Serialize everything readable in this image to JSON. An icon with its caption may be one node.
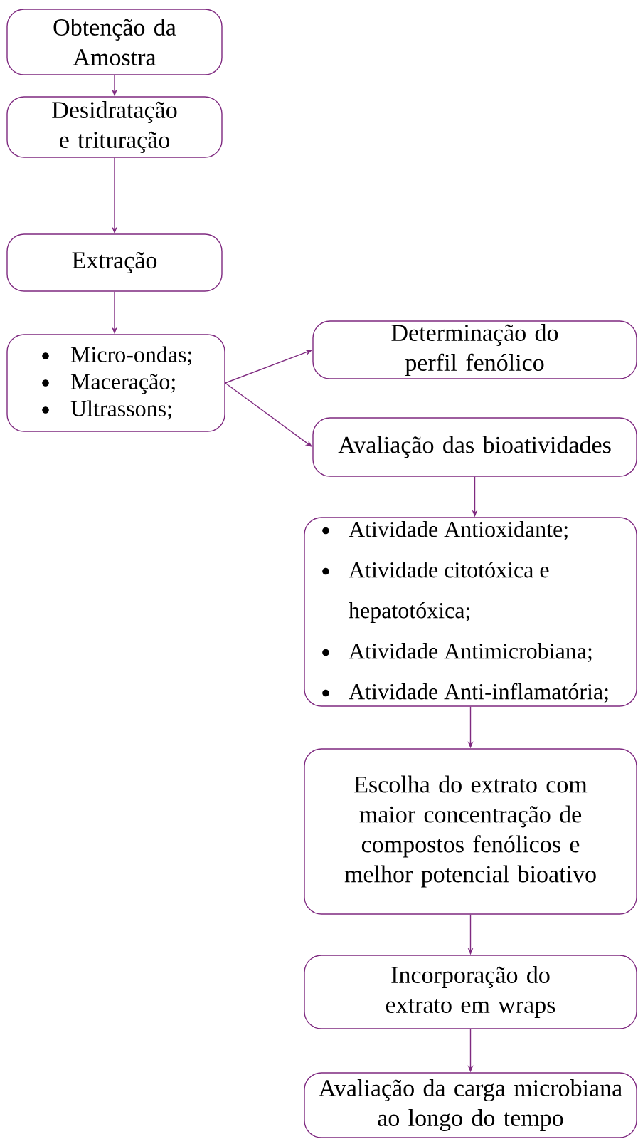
{
  "diagram": {
    "nodes": [
      {
        "text": [
          "Obtenção da Amostra"
        ]
      },
      {
        "text": [
          "Desidratação e trituração"
        ]
      },
      {
        "text": [
          "Extração"
        ]
      },
      {
        "text": [
          "Micro-ondas;",
          "Maceração;",
          "Ultrassons;"
        ]
      },
      {
        "text": [
          "Determinação do perfil fenólico"
        ]
      },
      {
        "text": [
          "Avaliação das bioatividades"
        ]
      },
      {
        "text": [
          "Atividade Antioxidante;",
          "Atividade citotóxica e hepatotóxica;",
          "Atividade Antimicrobiana;",
          "Atividade Anti-inflamatória;"
        ]
      },
      {
        "text": [
          "Escolha do extrato com maior concentração de compostos fenólicos e melhor potencial bioativo"
        ]
      },
      {
        "text": [
          "Incorporação do extrato em wraps"
        ]
      },
      {
        "text": [
          "Avaliação da carga microbiana ao longo do tempo"
        ]
      }
    ],
    "edges": [
      {
        "from": 0,
        "to": 1,
        "arrow": "to"
      },
      {
        "from": 1,
        "to": 2,
        "arrow": "to"
      },
      {
        "from": 2,
        "to": 3,
        "arrow": "to"
      },
      {
        "from": 3,
        "to": 4,
        "arrow": "to"
      },
      {
        "from": 3,
        "to": 5,
        "arrow": "to"
      },
      {
        "from": 5,
        "to": 6,
        "arrow": "to"
      },
      {
        "from": 6,
        "to": 7,
        "arrow": "to"
      },
      {
        "from": 7,
        "to": 8,
        "arrow": "to"
      },
      {
        "from": 8,
        "to": 9,
        "arrow": "to"
      }
    ]
  }
}
